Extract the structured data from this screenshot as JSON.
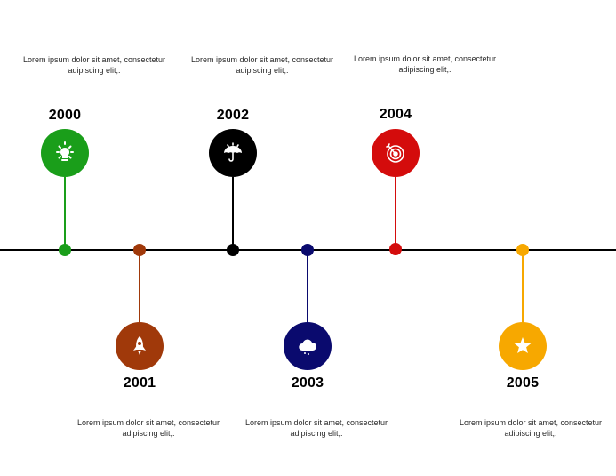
{
  "timeline": {
    "events": [
      {
        "year": "2000",
        "description": "Lorem ipsum dolor sit amet, consectetur adipiscing elit,.",
        "color": "#1a9e1a",
        "icon": "lightbulb-icon"
      },
      {
        "year": "2001",
        "description": "Lorem ipsum dolor sit amet, consectetur adipiscing elit,.",
        "color": "#a0390a",
        "icon": "rocket-icon"
      },
      {
        "year": "2002",
        "description": "Lorem ipsum dolor sit amet, consectetur adipiscing elit,.",
        "color": "#000000",
        "icon": "umbrella-icon"
      },
      {
        "year": "2003",
        "description": "Lorem ipsum dolor sit amet, consectetur adipiscing elit,.",
        "color": "#0a0a6e",
        "icon": "cloud-icon"
      },
      {
        "year": "2004",
        "description": "Lorem ipsum dolor sit amet, consectetur adipiscing elit,.",
        "color": "#d40c0c",
        "icon": "target-icon"
      },
      {
        "year": "2005",
        "description": "Lorem ipsum dolor sit amet, consectetur adipiscing elit,.",
        "color": "#f7a800",
        "icon": "star-icon"
      }
    ]
  }
}
